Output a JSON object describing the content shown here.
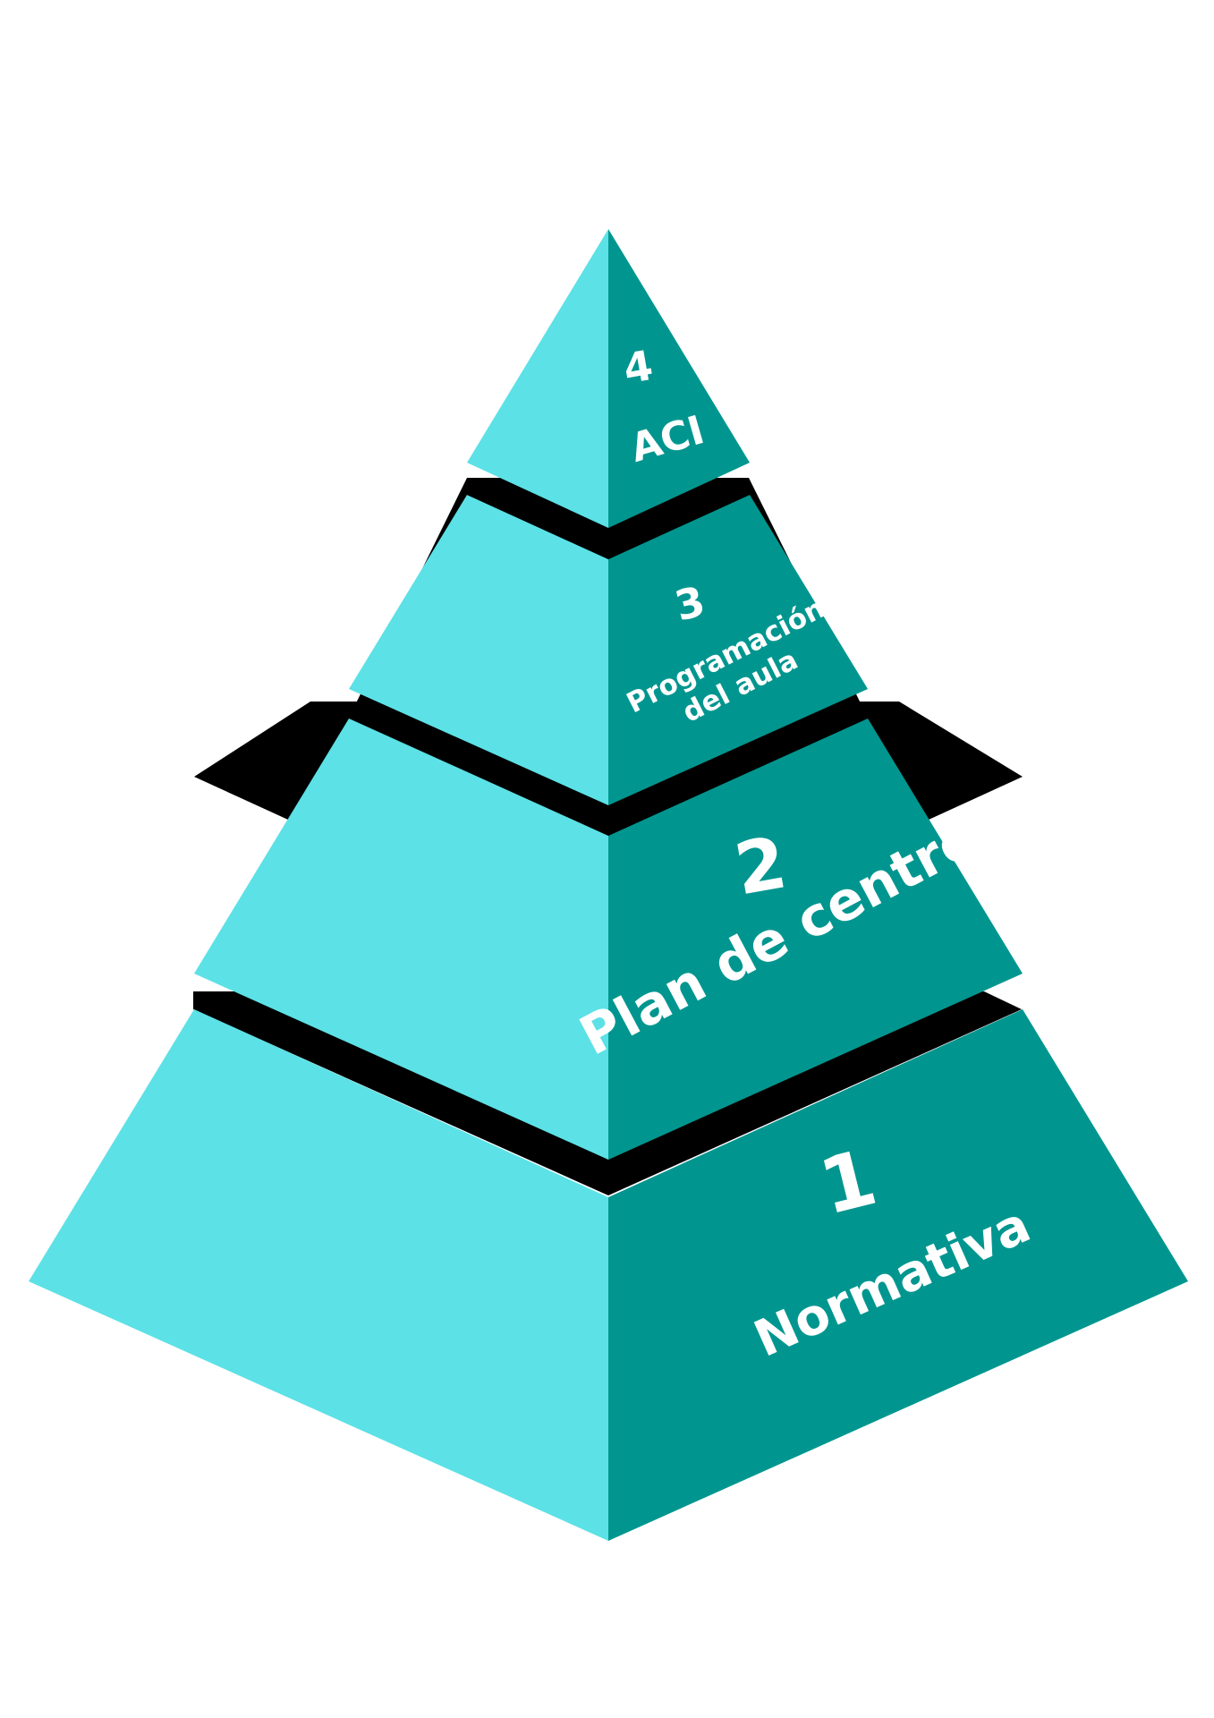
{
  "colors": {
    "background": "#ffffff",
    "light_face": "#5ce1e6",
    "dark_face": "#00968f",
    "shadow": "#000000",
    "text": "#ffffff"
  },
  "levels": [
    {
      "number": "1",
      "title": "Normativa"
    },
    {
      "number": "2",
      "title": "Plan de centro"
    },
    {
      "number": "3",
      "title_line1": "Programación",
      "title_line2": "del aula"
    },
    {
      "number": "4",
      "title": "ACI"
    }
  ]
}
